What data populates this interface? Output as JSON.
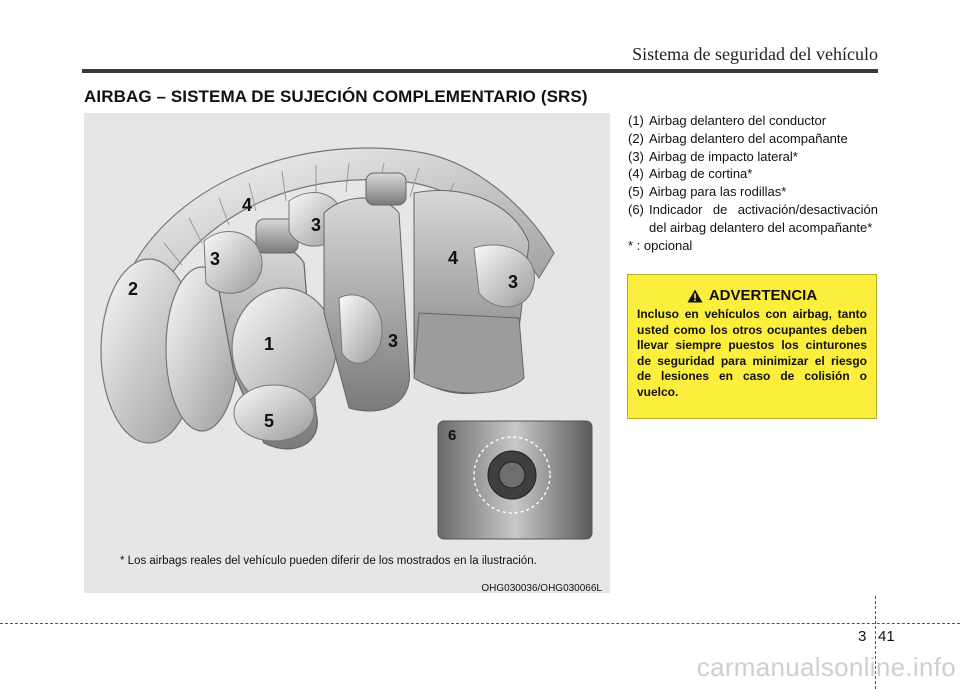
{
  "header": {
    "title": "Sistema de seguridad del vehículo"
  },
  "section": {
    "title": "AIRBAG – SISTEMA DE SUJECIÓN COMPLEMENTARIO (SRS)"
  },
  "figure": {
    "labels": [
      "2",
      "3",
      "4",
      "3",
      "1",
      "5",
      "3",
      "4",
      "3",
      "6"
    ],
    "note": "* Los airbags reales del vehículo pueden diferir de los mostrados en la ilustración.",
    "code": "OHG030036/OHG030066L"
  },
  "list": {
    "items": [
      {
        "n": "(1)",
        "text": "Airbag delantero del conductor"
      },
      {
        "n": "(2)",
        "text": "Airbag delantero del acompañante"
      },
      {
        "n": "(3)",
        "text": "Airbag de impacto lateral*"
      },
      {
        "n": "(4)",
        "text": "Airbag de cortina*"
      },
      {
        "n": "(5)",
        "text": "Airbag para las rodillas*"
      },
      {
        "n": "(6)",
        "text": "Indicador de activación/desactivación del airbag delantero del acompañante*"
      }
    ],
    "note": "* : opcional"
  },
  "warning": {
    "title": "ADVERTENCIA",
    "body": "Incluso en vehículos con airbag, tanto usted como los otros ocupantes deben llevar siempre puestos los cinturones de seguridad para minimizar el riesgo de lesiones en caso de colisión o vuelco."
  },
  "footer": {
    "chapter": "3",
    "page": "41",
    "watermark": "carmanualsonline.info"
  }
}
